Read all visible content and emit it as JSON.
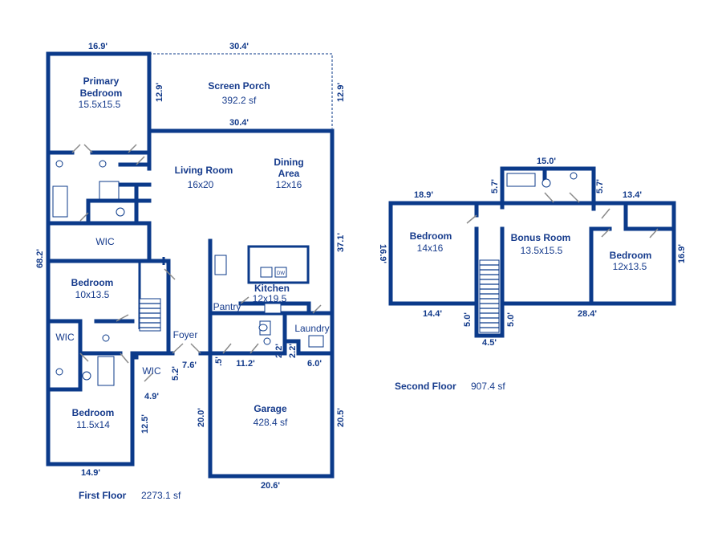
{
  "colors": {
    "wall": "#0b3a8a",
    "text": "#163b8c"
  },
  "first_floor": {
    "label": "First Floor",
    "area": "2273.1 sf",
    "rooms": [
      {
        "name": "Primary",
        "name2": "Bedroom",
        "size": "15.5x15.5"
      },
      {
        "name": "Screen Porch",
        "size": "392.2 sf"
      },
      {
        "name": "Living Room",
        "size": "16x20"
      },
      {
        "name": "Dining",
        "name2": "Area",
        "size": "12x16"
      },
      {
        "name": "WIC"
      },
      {
        "name": "Bedroom",
        "size": "10x13.5"
      },
      {
        "name": "Kitchen",
        "size": "12x19.5"
      },
      {
        "name": "Pantry"
      },
      {
        "name": "Laundry"
      },
      {
        "name": "Foyer"
      },
      {
        "name": "WIC"
      },
      {
        "name": "WIC"
      },
      {
        "name": "Bedroom",
        "size": "11.5x14"
      },
      {
        "name": "Garage",
        "size": "428.4 sf"
      }
    ],
    "dimensions": [
      "16.9'",
      "30.4'",
      "12.9'",
      "12.9'",
      "30.4'",
      "68.2'",
      "37.1'",
      "7.6'",
      "5.2'",
      "4.9'",
      "12.5'",
      "14.9'",
      ".5'",
      "11.2'",
      "2.2'",
      "2.2'",
      "6.0'",
      "20.0'",
      "20.5'",
      "20.6'"
    ],
    "appliance_labels": [
      "DW"
    ]
  },
  "second_floor": {
    "label": "Second Floor",
    "area": "907.4 sf",
    "rooms": [
      {
        "name": "Bedroom",
        "size": "14x16"
      },
      {
        "name": "Bonus Room",
        "size": "13.5x15.5"
      },
      {
        "name": "Bedroom",
        "size": "12x13.5"
      }
    ],
    "dimensions": [
      "15.0'",
      "5.7'",
      "5.7'",
      "18.9'",
      "13.4'",
      "16.9'",
      "16.9'",
      "14.4'",
      "28.4'",
      "5.0'",
      "5.0'",
      "4.5'"
    ]
  }
}
